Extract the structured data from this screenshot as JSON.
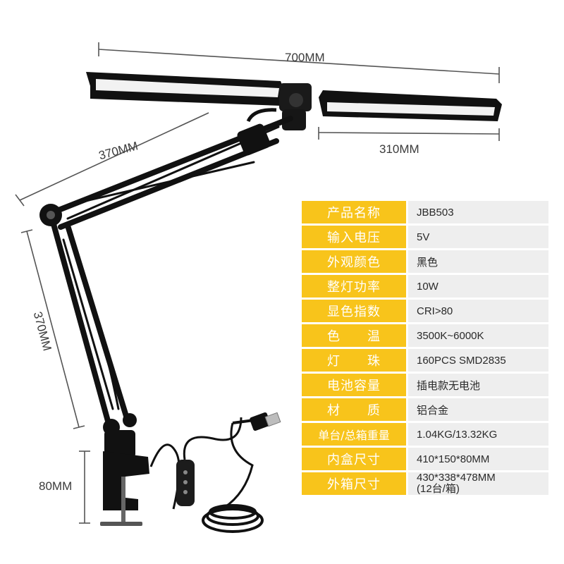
{
  "dimensions": {
    "total_width": "700MM",
    "head_length": "310MM",
    "upper_arm": "370MM",
    "lower_arm": "370MM",
    "clamp_height": "80MM"
  },
  "specs": [
    {
      "key": "产品名称",
      "value": "JBB503"
    },
    {
      "key": "输入电压",
      "value": "5V"
    },
    {
      "key": "外观颜色",
      "value": "黑色"
    },
    {
      "key": "整灯功率",
      "value": "10W"
    },
    {
      "key": "显色指数",
      "value": "CRI>80"
    },
    {
      "key": "色　　温",
      "value": "3500K~6000K"
    },
    {
      "key": "灯　　珠",
      "value": "160PCS SMD2835"
    },
    {
      "key": "电池容量",
      "value": "插电款无电池"
    },
    {
      "key": "材　　质",
      "value": "铝合金"
    },
    {
      "key": "单台/总箱重量",
      "value": "1.04KG/13.32KG"
    },
    {
      "key": "内盒尺寸",
      "value": "410*150*80MM"
    },
    {
      "key": "外箱尺寸",
      "value": "430*338*478MM",
      "value2": "(12台/箱)"
    }
  ],
  "colors": {
    "key_bg": "#f8c41b",
    "value_bg": "#eeeeee",
    "lamp": "#111111"
  }
}
